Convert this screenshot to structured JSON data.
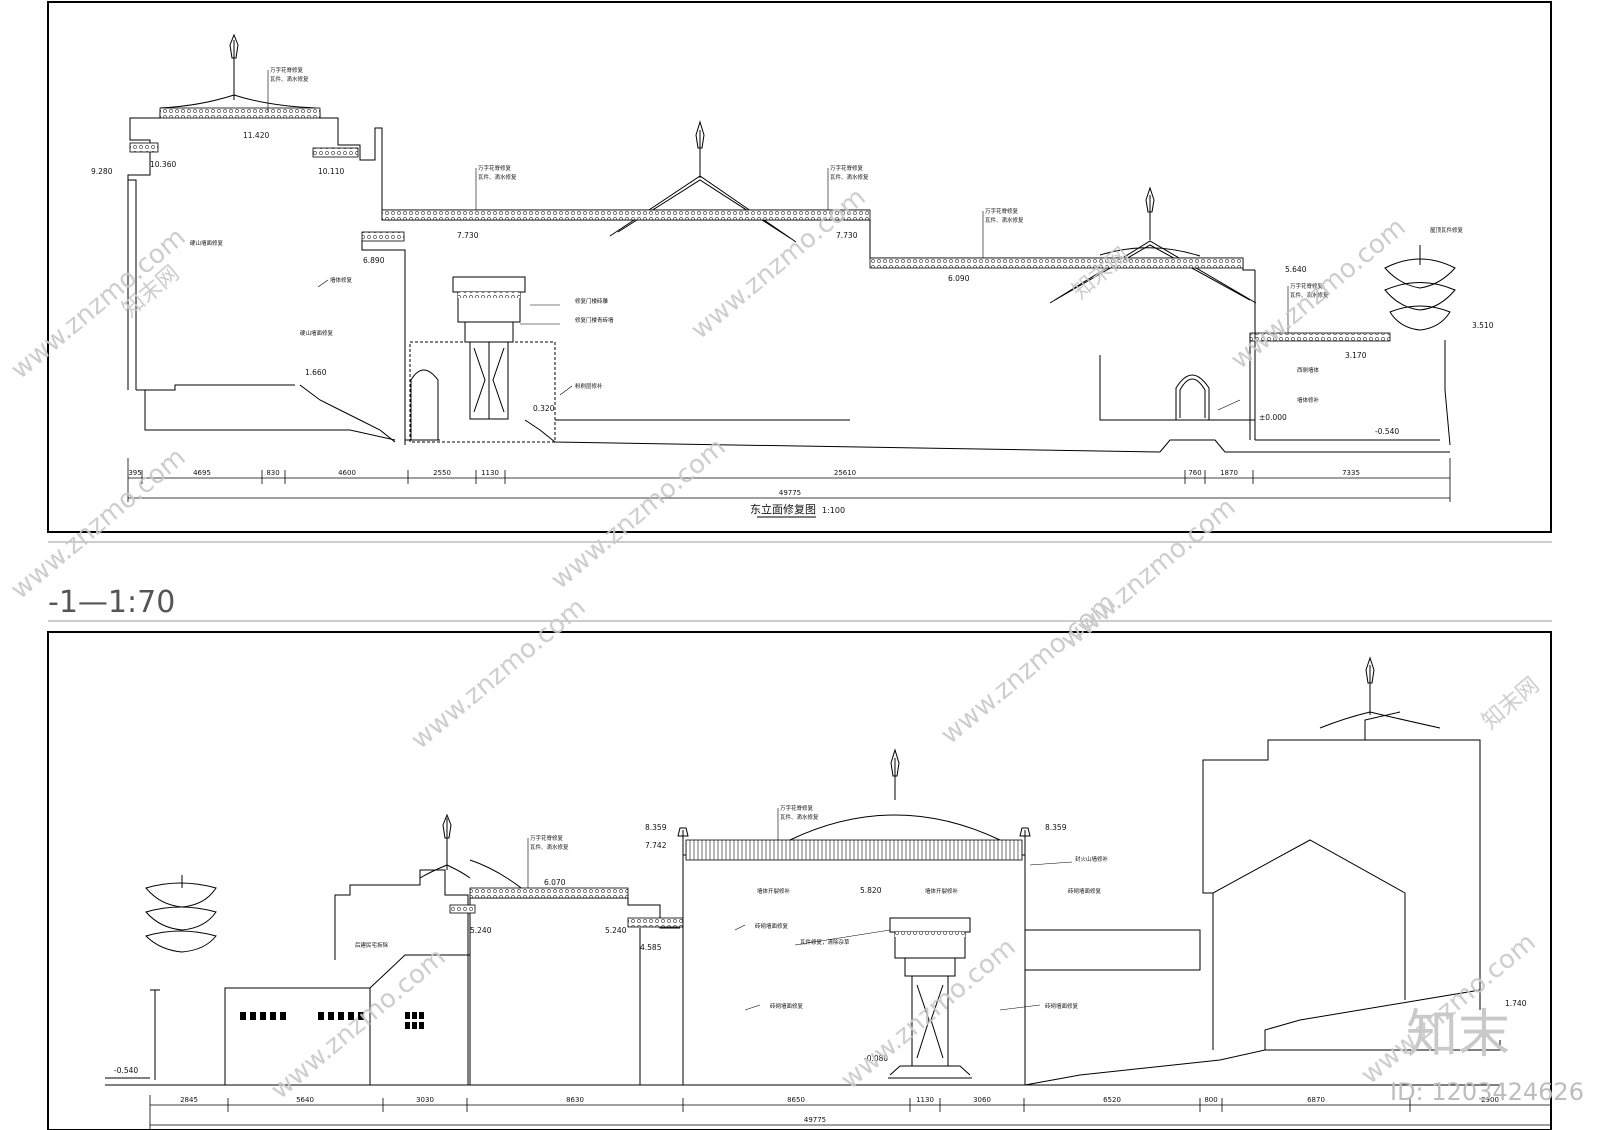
{
  "sheet": {
    "top_title": "东立面修复图",
    "top_scale": "1:100",
    "section_header": "-1—1:70"
  },
  "top": {
    "elevations": [
      "11.420",
      "10.360",
      "10.110",
      "9.280",
      "7.730",
      "7.730",
      "6.890",
      "6.090",
      "5.640",
      "3.510",
      "3.170",
      "1.660",
      "0.320",
      "±0.000",
      "-0.540"
    ],
    "dims": [
      "395",
      "4695",
      "830",
      "4600",
      "2550",
      "1130",
      "25610",
      "760",
      "1870",
      "7335"
    ],
    "total": "49775",
    "notes": {
      "n1": "万字花脊修复",
      "n2": "瓦件、滴水修复",
      "n3": "硬山墙面修复",
      "n4": "修复门楼砖雕",
      "n5": "修复门楼青砖墙",
      "n6": "墙体修复",
      "n7": "粉刷层修补",
      "n8": "西侧墙体",
      "n9": "墙体修补",
      "n10": "屋顶瓦件修复"
    }
  },
  "bottom": {
    "elevations": [
      "8.359",
      "8.359",
      "7.742",
      "6.070",
      "5.820",
      "5.240",
      "5.240",
      "4.585",
      "1.740",
      "-0.080",
      "-0.540"
    ],
    "dims": [
      "2845",
      "5640",
      "3030",
      "8630",
      "8650",
      "1130",
      "3060",
      "6520",
      "800",
      "6870",
      "2900"
    ],
    "total": "49775",
    "notes": {
      "n1": "万字花脊修复",
      "n2": "瓦件、滴水修复",
      "n3": "墙体开裂修补",
      "n4": "墙体开裂修补",
      "n5": "砖雕门楼修复",
      "n6": "封火山墙修补",
      "n7": "后建民宅拆除",
      "n8": "砖砌墙面修复",
      "n9": "砖砌墙面修复",
      "n10": "瓦件修复，清除杂草"
    }
  },
  "watermark": {
    "site": "www.znzmo.com",
    "brand": "知末网",
    "logo": "知末",
    "id_text": "ID: 1203424626"
  }
}
